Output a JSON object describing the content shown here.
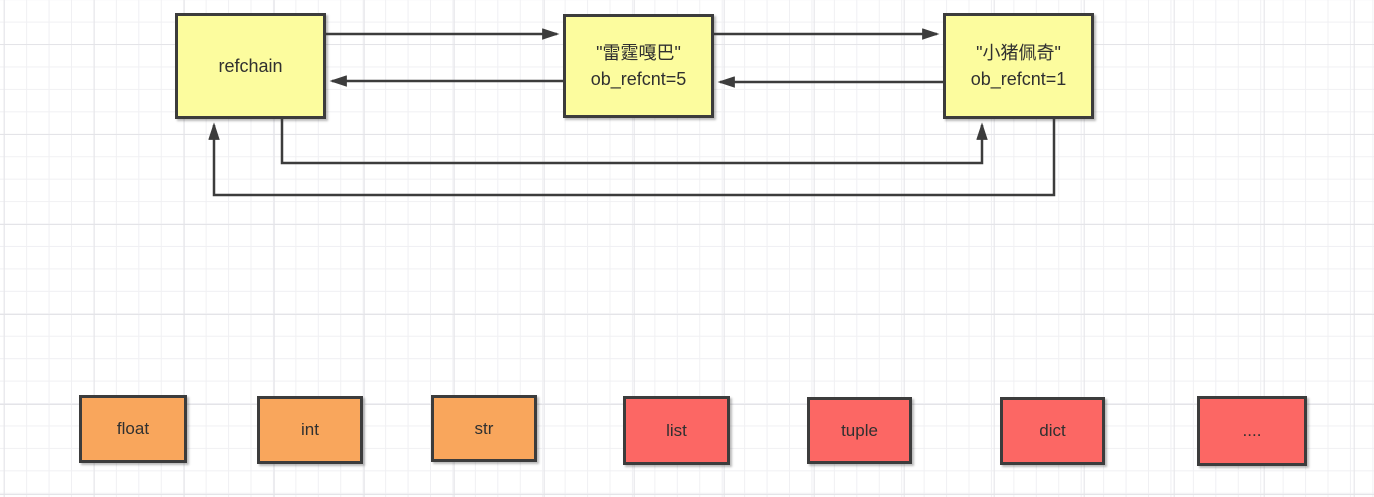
{
  "diagram": {
    "description": "refchain doubly-linked reference chain diagram",
    "nodes": {
      "refchain": {
        "label": "refchain",
        "fill": "#fcfc9e"
      },
      "object1": {
        "title": "\"雷霆嘎巴\"",
        "refcnt": "ob_refcnt=5",
        "fill": "#fcfc9e"
      },
      "object2": {
        "title": "\"小猪佩奇\"",
        "refcnt": "ob_refcnt=1",
        "fill": "#fcfc9e"
      }
    },
    "edges": [
      {
        "id": "refchain-to-object1",
        "from": "refchain",
        "to": "object1",
        "route": "top"
      },
      {
        "id": "object1-to-object2",
        "from": "object1",
        "to": "object2",
        "route": "top"
      },
      {
        "id": "object1-to-refchain",
        "from": "object1",
        "to": "refchain",
        "route": "middle"
      },
      {
        "id": "object2-to-object1",
        "from": "object2",
        "to": "object1",
        "route": "middle"
      },
      {
        "id": "refchain-to-object2",
        "from": "refchain",
        "to": "object2",
        "route": "bottom-loop"
      },
      {
        "id": "object2-to-refchain",
        "from": "object2",
        "to": "refchain",
        "route": "bottom-loop"
      }
    ],
    "types": [
      {
        "label": "float",
        "fill": "#f9a65c"
      },
      {
        "label": "int",
        "fill": "#f9a65c"
      },
      {
        "label": "str",
        "fill": "#f9a65c"
      },
      {
        "label": "list",
        "fill": "#fc6764"
      },
      {
        "label": "tuple",
        "fill": "#fc6764"
      },
      {
        "label": "dict",
        "fill": "#fc6764"
      },
      {
        "label": "....",
        "fill": "#fc6764"
      }
    ],
    "colors": {
      "node_yellow": "#fcfc9e",
      "node_orange": "#f9a65c",
      "node_red": "#fc6764",
      "border": "#3c3c3c",
      "connector": "#3c3c3c",
      "text": "#303030",
      "grid_minor": "#f0f0f3",
      "grid_major": "#e4e4e8",
      "background": "#ffffff"
    }
  }
}
